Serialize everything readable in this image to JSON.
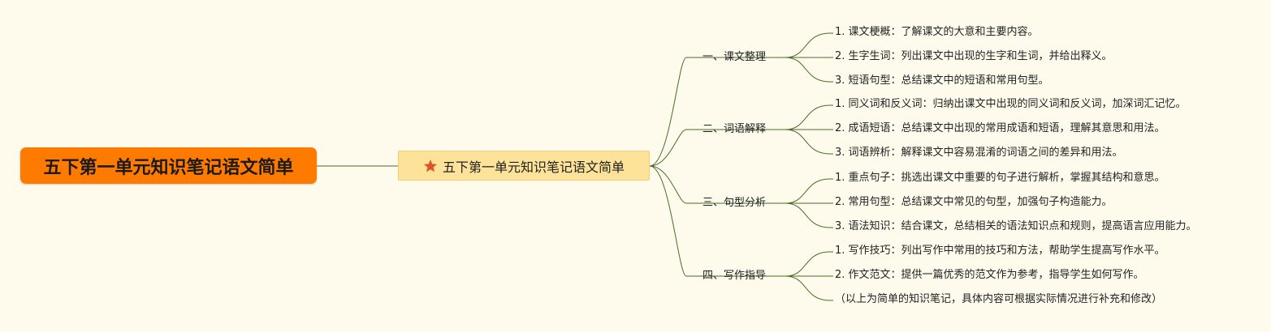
{
  "root": {
    "title": "五下第一单元知识笔记语文简单"
  },
  "center": {
    "title": "五下第一单元知识笔记语文简单",
    "icon": "star-icon",
    "icon_color": "#e0532a"
  },
  "colors": {
    "background": "#fefbed",
    "root_fill": "#ff7b00",
    "center_fill": "#fde39a",
    "connector": "#4a6b2a"
  },
  "branches": [
    {
      "label": "一、课文整理",
      "children": [
        "1. 课文梗概：了解课文的大意和主要内容。",
        "2. 生字生词：列出课文中出现的生字和生词，并给出释义。",
        "3. 短语句型：总结课文中的短语和常用句型。"
      ]
    },
    {
      "label": "二、词语解释",
      "children": [
        "1. 同义词和反义词：归纳出课文中出现的同义词和反义词，加深词汇记忆。",
        "2. 成语短语：总结课文中出现的常用成语和短语，理解其意思和用法。",
        "3. 词语辨析：解释课文中容易混淆的词语之间的差异和用法。"
      ]
    },
    {
      "label": "三、句型分析",
      "children": [
        "1. 重点句子：挑选出课文中重要的句子进行解析，掌握其结构和意思。",
        "2. 常用句型：总结课文中常见的句型，加强句子构造能力。",
        "3. 语法知识：结合课文，总结相关的语法知识点和规则，提高语言应用能力。"
      ]
    },
    {
      "label": "四、写作指导",
      "children": [
        "1. 写作技巧：列出写作中常用的技巧和方法，帮助学生提高写作水平。",
        "2. 作文范文：提供一篇优秀的范文作为参考，指导学生如何写作。",
        "（以上为简单的知识笔记，具体内容可根据实际情况进行补充和修改）"
      ]
    }
  ]
}
